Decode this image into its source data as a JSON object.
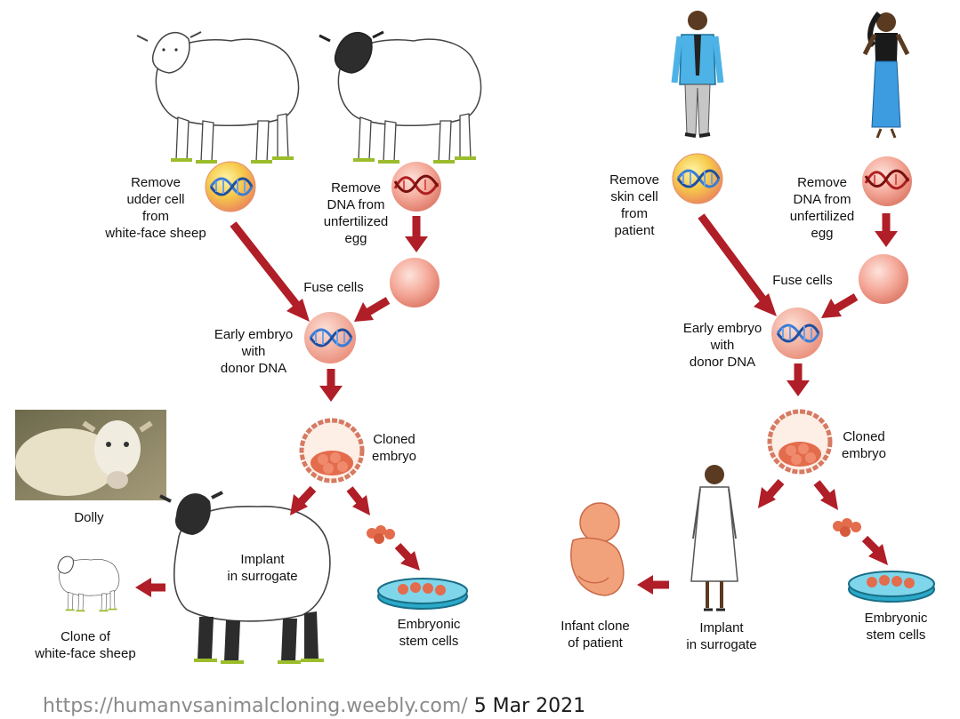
{
  "colors": {
    "arrow": "#b01e27",
    "cell": "#f2a593",
    "dna_blue": "#3a7bd5",
    "dna_red": "#c62828",
    "gene_yellow": "#f7d640"
  },
  "left": {
    "donor_label": "Remove\nudder cell\nfrom\nwhite-face sheep",
    "egg_label": "Remove\nDNA from\nunfertilized\negg",
    "fuse_label": "Fuse cells",
    "embryo_label": "Early embryo\nwith\ndonor DNA",
    "cloned_label": "Cloned\nembryo",
    "dolly_label": "Dolly",
    "implant_label": "Implant\nin surrogate",
    "clone_label": "Clone of\nwhite-face sheep",
    "stem_label": "Embryonic\nstem cells"
  },
  "right": {
    "donor_label": "Remove\nskin cell\nfrom\npatient",
    "egg_label": "Remove\nDNA from\nunfertilized\negg",
    "fuse_label": "Fuse cells",
    "embryo_label": "Early embryo\nwith\ndonor DNA",
    "cloned_label": "Cloned\nembryo",
    "implant_label": "Implant\nin surrogate",
    "infant_label": "Infant clone\nof patient",
    "stem_label": "Embryonic\nstem cells"
  },
  "footer": {
    "url": "https://humanvsanimalcloning.weebly.com/",
    "date": "5 Mar 2021"
  }
}
